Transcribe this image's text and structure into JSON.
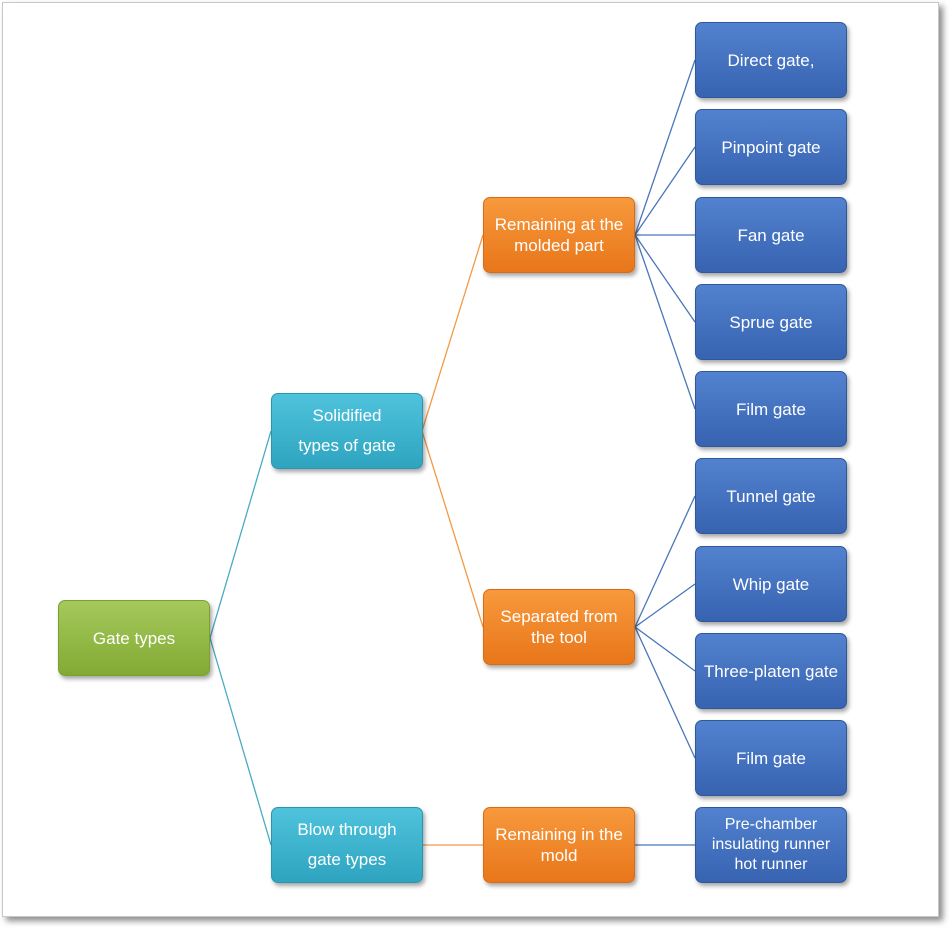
{
  "diagram": {
    "root": "Gate types",
    "level1": [
      "Solidified\ntypes of gate",
      "Blow through\ngate types"
    ],
    "level2": [
      "Remaining at the\nmolded part",
      "Separated from\nthe tool",
      "Remaining in the\nmold"
    ],
    "leaves_molded_part": [
      "Direct gate,",
      "Pinpoint gate",
      "Fan gate",
      "Sprue gate",
      "Film gate"
    ],
    "leaves_separated": [
      "Tunnel gate",
      "Whip gate",
      "Three-platen gate",
      "Film gate"
    ],
    "leaves_mold": [
      "Pre-chamber\ninsulating runner\nhot runner"
    ]
  },
  "colors": {
    "root": "#8db83f",
    "level1": "#36adc8",
    "level2": "#f0862a",
    "leaf": "#4170be",
    "connector_teal": "#4aa9c4",
    "connector_orange": "#f39a47",
    "connector_blue": "#4a76ba"
  }
}
